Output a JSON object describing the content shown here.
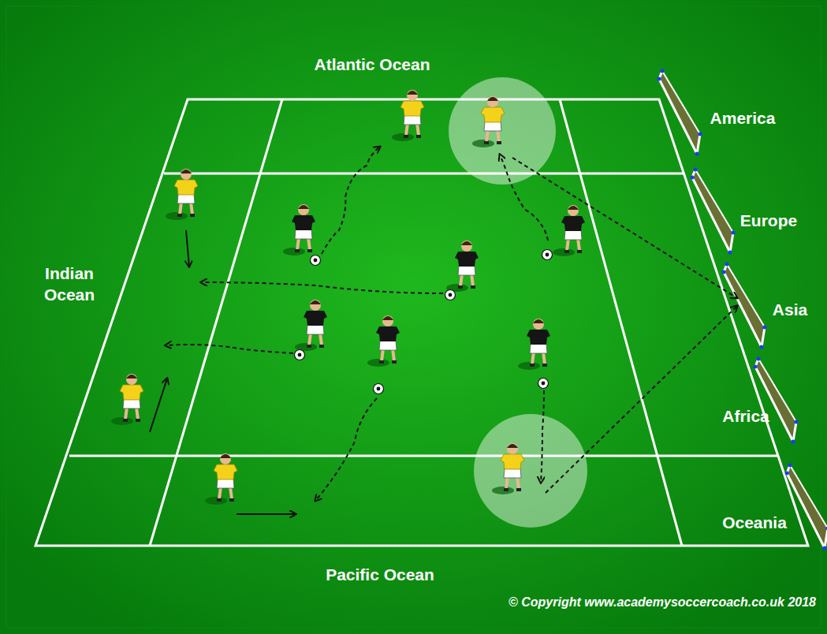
{
  "diagram": {
    "labels": [
      "Atlantic Ocean",
      "Indian Ocean",
      "Pacific Ocean",
      "America",
      "Europe",
      "Asia",
      "Africa",
      "Oceania",
      "© Copyright www.academysoccercoach.co.uk 2018"
    ]
  }
}
